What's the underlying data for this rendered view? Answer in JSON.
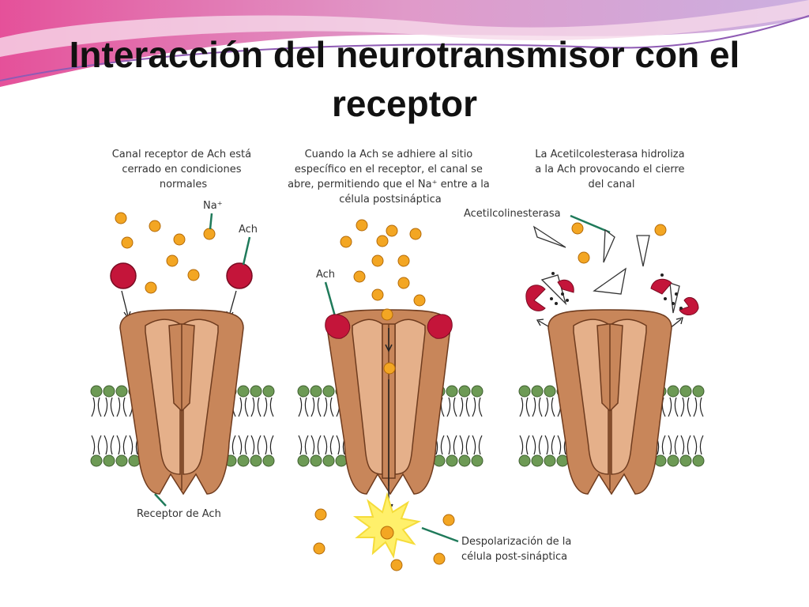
{
  "slide": {
    "title": "Interacción del neurotransmisor con el receptor"
  },
  "panels": [
    {
      "caption": [
        "Canal receptor de Ach está",
        "cerrado en condiciones",
        "normales"
      ],
      "labels": {
        "na": "Na⁺",
        "ach": "Ach",
        "receptor": "Receptor de Ach"
      }
    },
    {
      "caption": [
        "Cuando la Ach se adhiere al sitio",
        "específico en el receptor, el canal se",
        "abre, permitiendo que el Na⁺ entre a la",
        "célula postsináptica"
      ],
      "labels": {
        "ach": "Ach",
        "depol_1": "Despolarización de la",
        "depol_2": "célula post-sináptica"
      }
    },
    {
      "caption": [
        "La Acetilcolesterasa hidroliza",
        "a la Ach provocando el cierre",
        "del canal"
      ],
      "labels": {
        "enzyme": "Acetilcolinesterasa"
      }
    }
  ],
  "colors": {
    "protein_outer": "#c8865a",
    "protein_inner": "#e5b08a",
    "protein_stroke": "#6e3b1e",
    "lipid_head": "#6d9a55",
    "sodium": "#f3a623",
    "acetylcholine": "#c4153a",
    "flash": "#fff06b",
    "accent_pink": "#e23d8e",
    "accent_violet": "#9b6fc0"
  }
}
